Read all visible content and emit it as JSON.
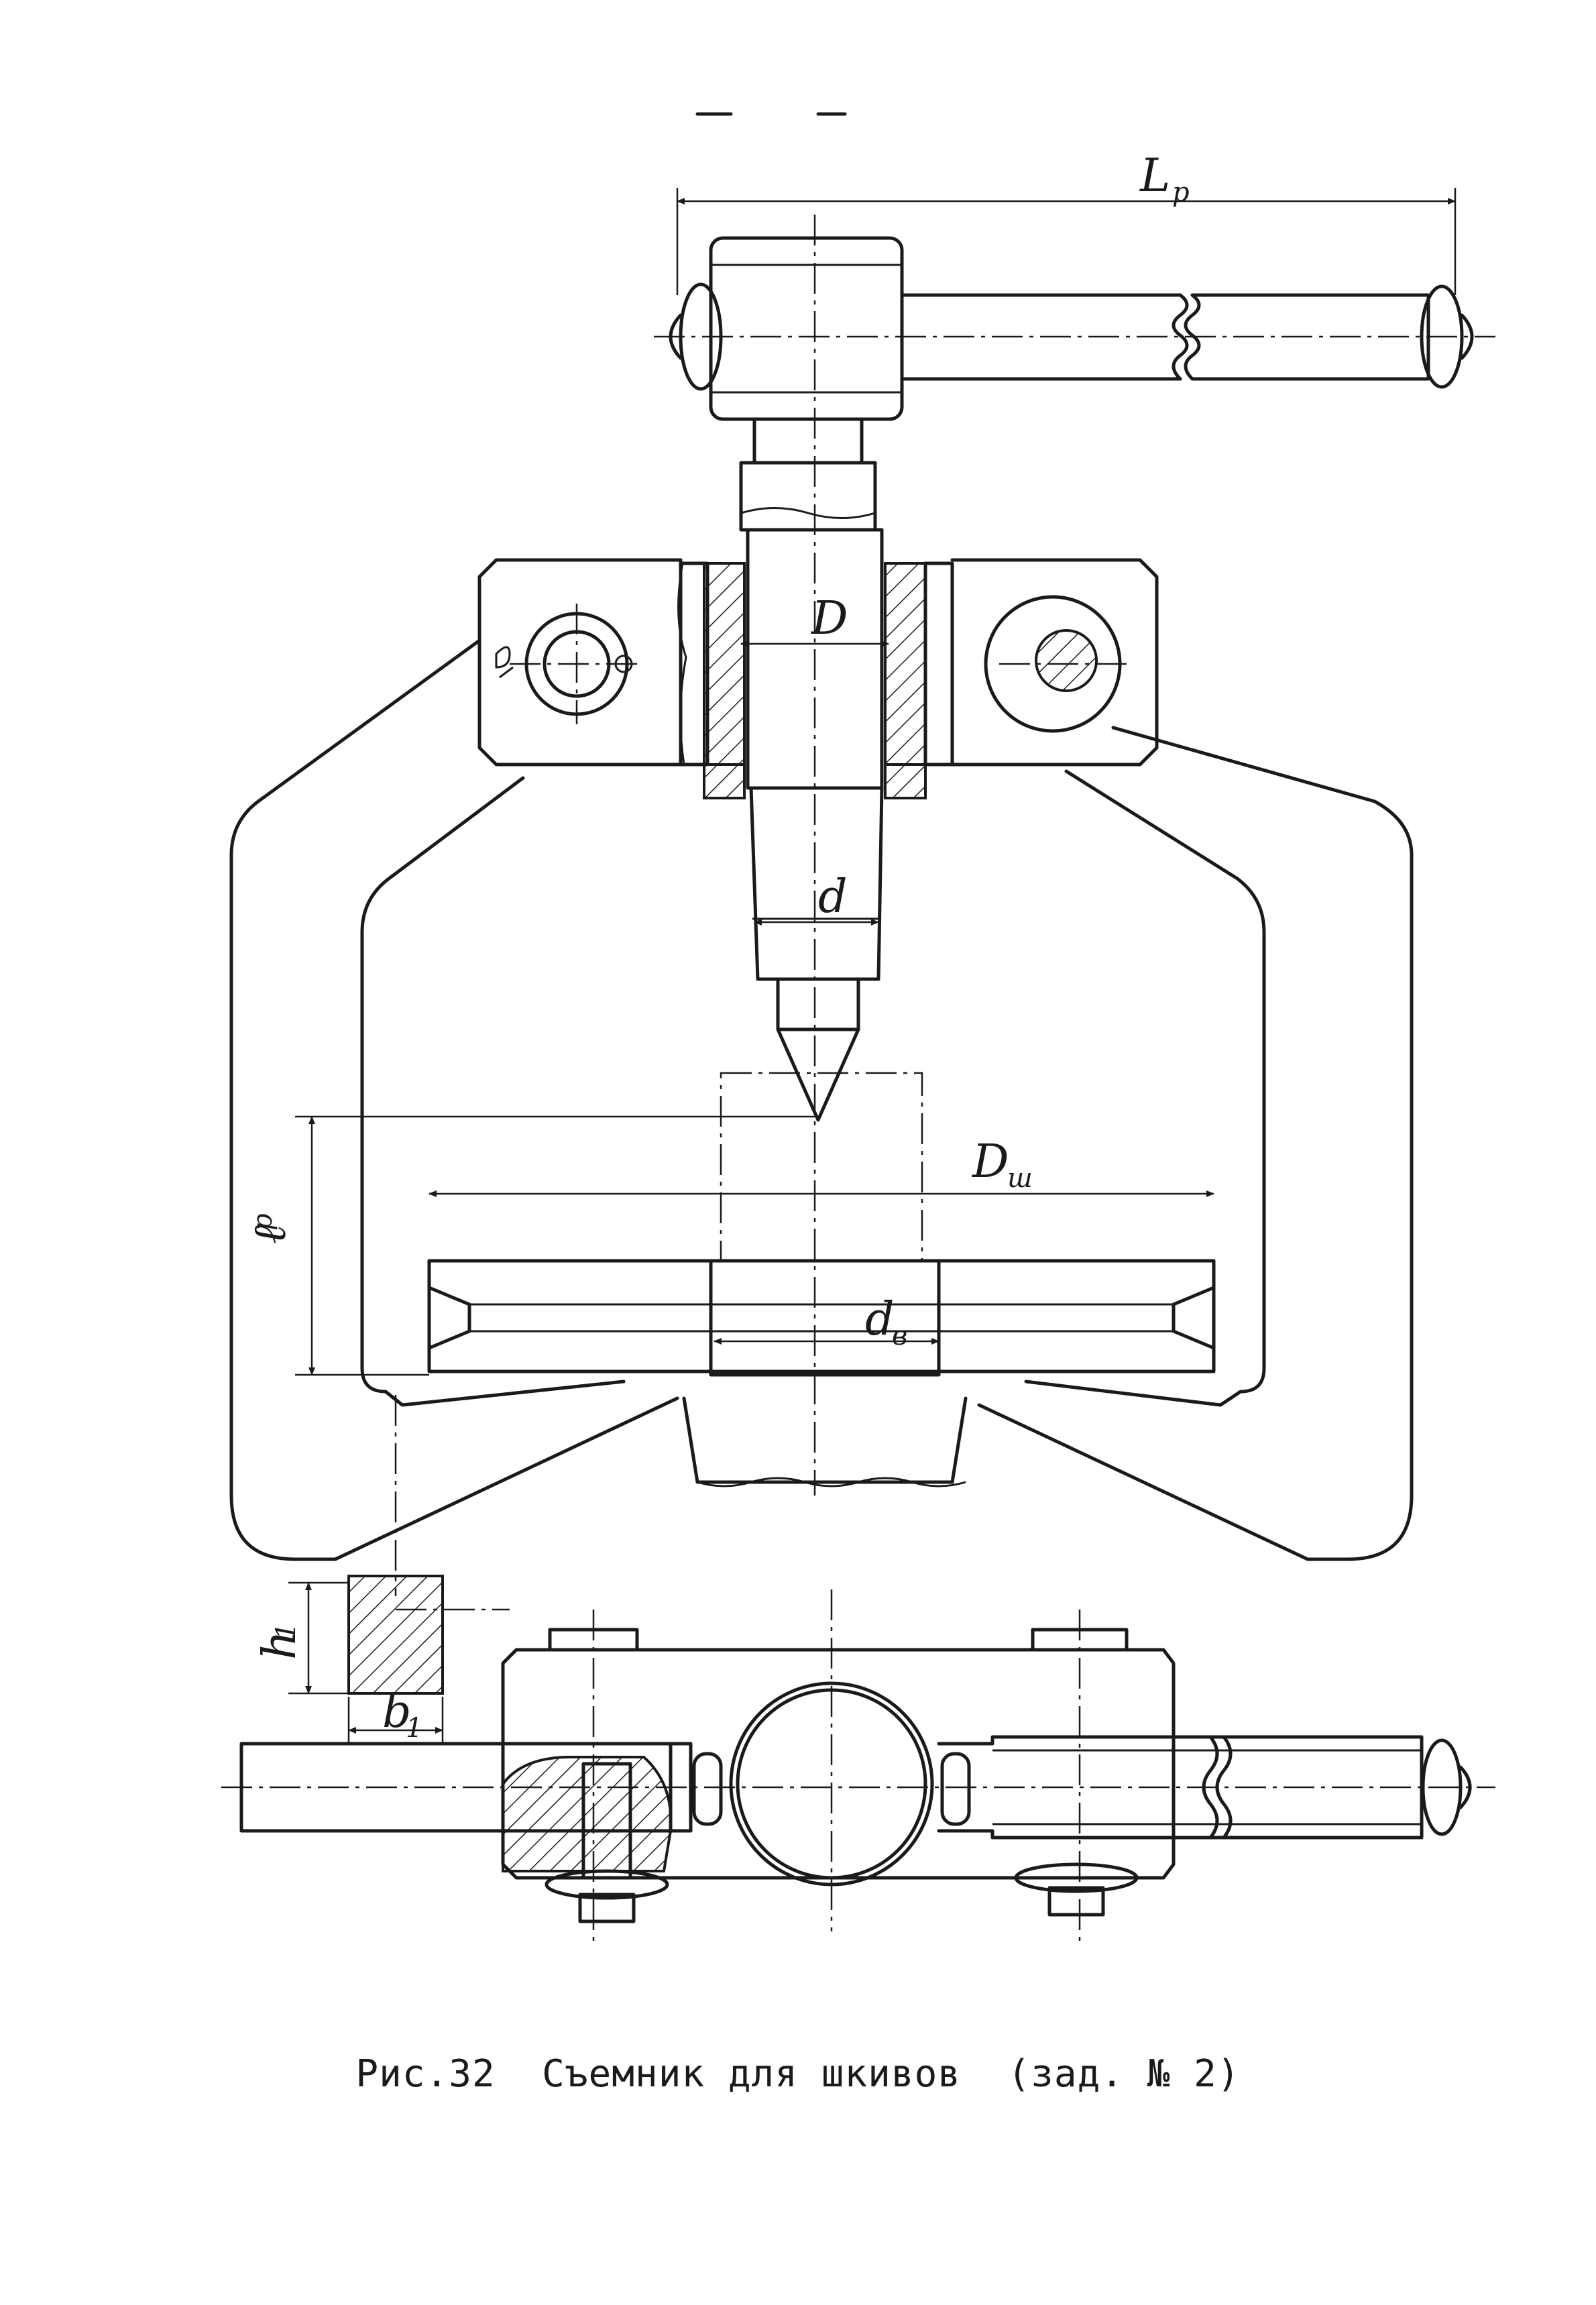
{
  "labels": {
    "Lp": {
      "main": "L",
      "sub": "p"
    },
    "D": "D",
    "d": "d",
    "Dsh": {
      "main": "D",
      "sub": "ш"
    },
    "db": {
      "main": "d",
      "sub": "в"
    },
    "lp": {
      "main": "ℓ",
      "sub": "p"
    },
    "h1": {
      "main": "h",
      "sub": "1"
    },
    "b1": {
      "main": "b",
      "sub": "1"
    }
  },
  "caption": {
    "fig": "Рис.32",
    "title": "Съемник для шкивов",
    "task": "(зад. № 2)"
  },
  "colors": {
    "ink": "#1a1a1a",
    "paper": "#ffffff"
  }
}
